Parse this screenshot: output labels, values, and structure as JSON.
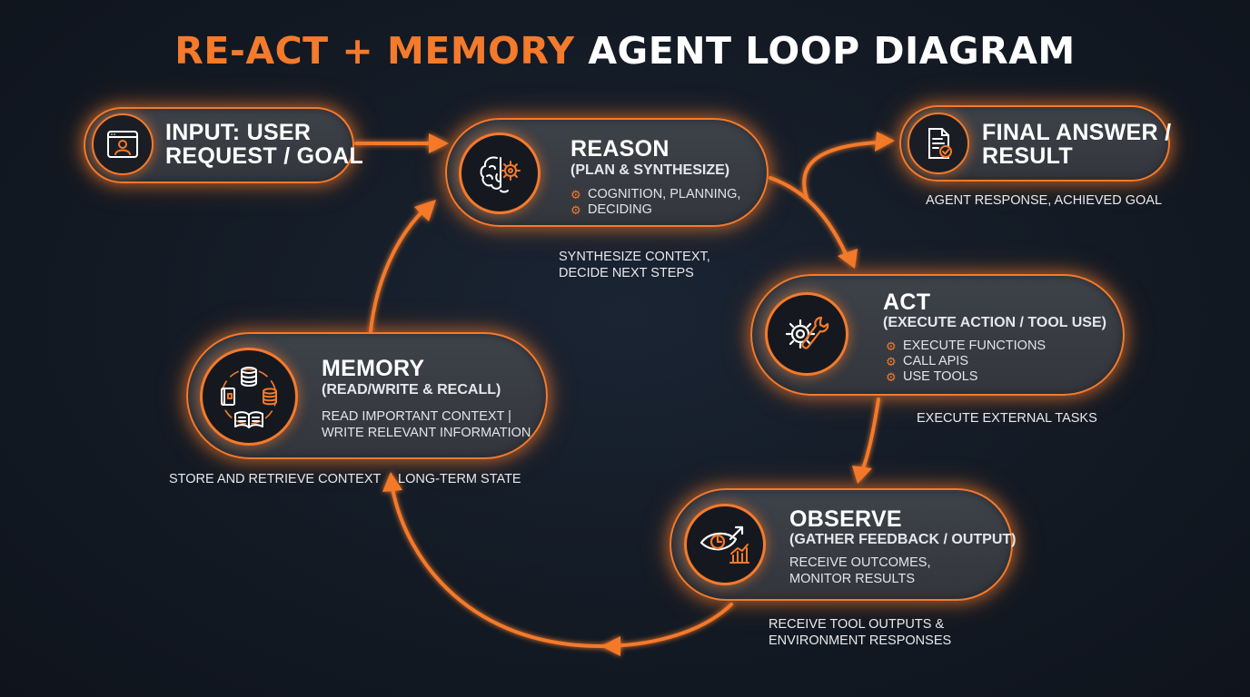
{
  "title": {
    "accent": "RE-ACT + MEMORY",
    "rest": "AGENT LOOP DIAGRAM"
  },
  "nodes": {
    "input": {
      "title_line1": "INPUT: USER",
      "title_line2": "REQUEST / GOAL",
      "icon": "user-window-icon"
    },
    "reason": {
      "title": "REASON",
      "subtitle": "(PLAN & SYNTHESIZE)",
      "bullets": [
        "COGNITION, PLANNING,",
        "DECIDING"
      ],
      "caption_line1": "SYNTHESIZE CONTEXT,",
      "caption_line2": "DECIDE NEXT STEPS",
      "icon": "brain-gear-icon"
    },
    "final": {
      "title_line1": "FINAL ANSWER /",
      "title_line2": "RESULT",
      "caption": "AGENT RESPONSE, ACHIEVED GOAL",
      "icon": "document-check-icon"
    },
    "act": {
      "title": "ACT",
      "subtitle": "(EXECUTE ACTION / TOOL USE)",
      "bullets": [
        "EXECUTE FUNCTIONS",
        "CALL APIS",
        "USE TOOLS"
      ],
      "caption": "EXECUTE EXTERNAL TASKS",
      "icon": "gear-wrench-icon"
    },
    "observe": {
      "title": "OBSERVE",
      "subtitle": "(GATHER FEEDBACK / OUTPUT)",
      "text_line1": "RECEIVE OUTCOMES,",
      "text_line2": "MONITOR RESULTS",
      "caption_line1": "RECEIVE TOOL OUTPUTS &",
      "caption_line2": "ENVIRONMENT RESPONSES",
      "icon": "eye-chart-icon"
    },
    "memory": {
      "title": "MEMORY",
      "subtitle": "(READ/WRITE & RECALL)",
      "text_line1": "READ IMPORTANT CONTEXT |",
      "text_line2": "WRITE RELEVANT INFORMATION",
      "caption_left": "STORE AND RETRIEVE CONTEXT",
      "caption_right": "LONG-TERM STATE",
      "icon": "database-book-icon"
    }
  },
  "colors": {
    "accent": "#f47a2c",
    "background": "#131a24",
    "node_fill": "#3a3d43",
    "text": "#ffffff"
  }
}
